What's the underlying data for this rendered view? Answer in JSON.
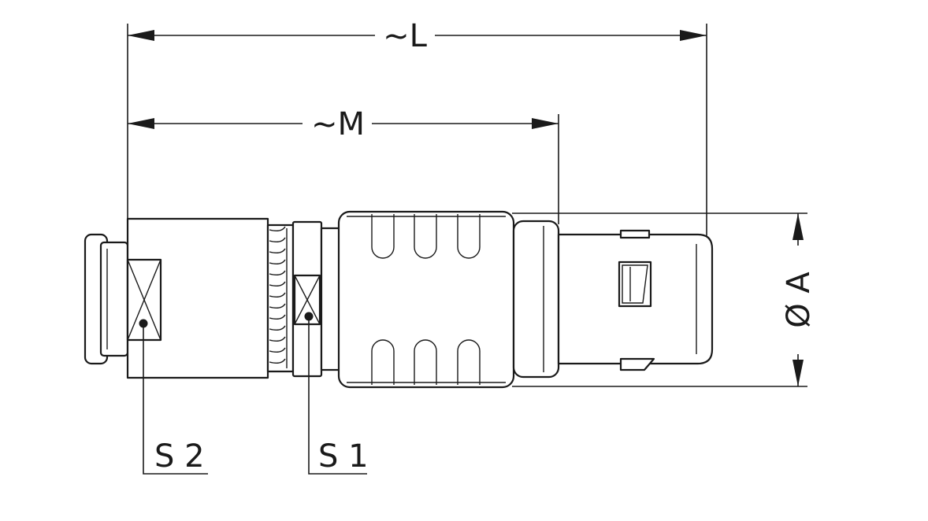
{
  "dimensions": {
    "overall_length": "~L",
    "mating_length": "~M",
    "diameter": "Ø A"
  },
  "wrench_flats": {
    "rear_nut": "S 2",
    "collet_nut": "S 1"
  }
}
